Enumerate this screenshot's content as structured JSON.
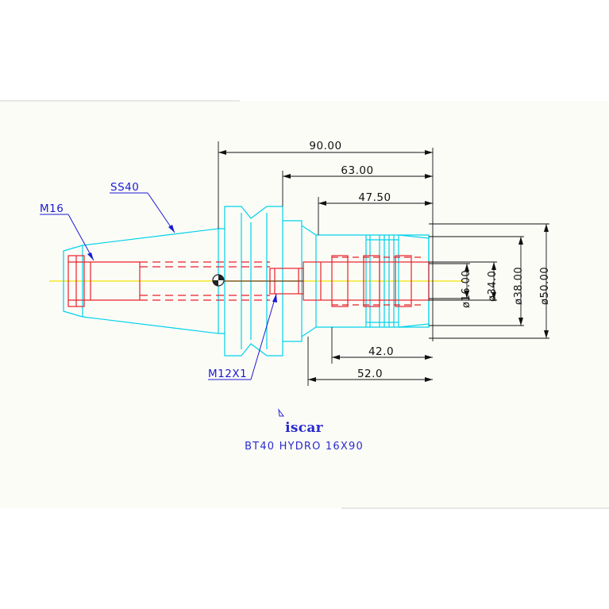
{
  "drawing": {
    "dimensions": {
      "overall_length": "90.00",
      "length_63": "63.00",
      "length_47": "47.50",
      "length_42": "42.0",
      "length_52": "52.0",
      "dia_16": "ø16.00",
      "dia_34": "ø34.0",
      "dia_38": "ø38.00",
      "dia_50": "ø50.00"
    },
    "callouts": {
      "taper": "SS40",
      "thread_back": "M16",
      "thread_screw": "M12X1"
    },
    "logo": "iscar",
    "caption": "BT40 HYDRO 16X90",
    "colors": {
      "body": "#00d2ea",
      "bore": "#e8202a",
      "center_line": "#f2e400",
      "dimension": "#111111",
      "leader": "#1a1ad6"
    }
  }
}
